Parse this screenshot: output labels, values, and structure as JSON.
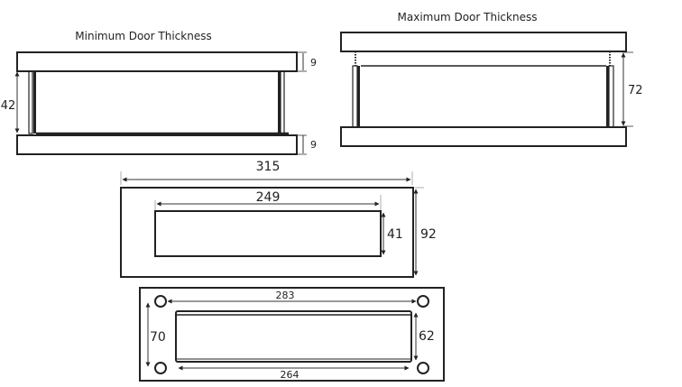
{
  "minimum_view": {
    "title": "Minimum Door Thickness",
    "dim_height": "42",
    "dim_top_plate": "9",
    "dim_bottom_plate": "9"
  },
  "maximum_view": {
    "title": "Maximum Door Thickness",
    "dim_height": "72"
  },
  "front_plate": {
    "dim_width": "315",
    "dim_height": "92",
    "dim_opening_width": "249",
    "dim_opening_height": "41"
  },
  "back_plate": {
    "dim_hole_spacing_h": "283",
    "dim_hole_spacing_v": "70",
    "dim_flap_width": "264",
    "dim_flap_height": "62"
  },
  "colors": {
    "line": "#222222",
    "dim": "#333333"
  }
}
